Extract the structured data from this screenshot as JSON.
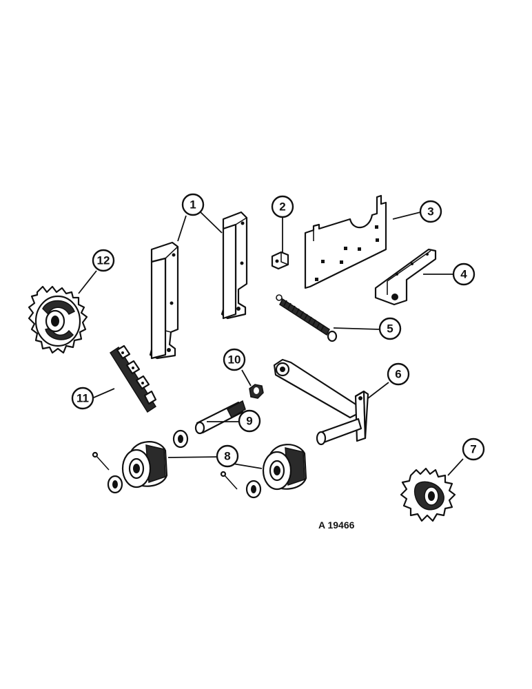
{
  "diagram": {
    "reference_code": "A 19466",
    "callouts": [
      {
        "id": "1",
        "label": "1"
      },
      {
        "id": "2",
        "label": "2"
      },
      {
        "id": "3",
        "label": "3"
      },
      {
        "id": "4",
        "label": "4"
      },
      {
        "id": "5",
        "label": "5"
      },
      {
        "id": "6",
        "label": "6"
      },
      {
        "id": "7",
        "label": "7"
      },
      {
        "id": "8",
        "label": "8"
      },
      {
        "id": "9",
        "label": "9"
      },
      {
        "id": "10",
        "label": "10"
      },
      {
        "id": "11",
        "label": "11"
      },
      {
        "id": "12",
        "label": "12"
      }
    ]
  }
}
